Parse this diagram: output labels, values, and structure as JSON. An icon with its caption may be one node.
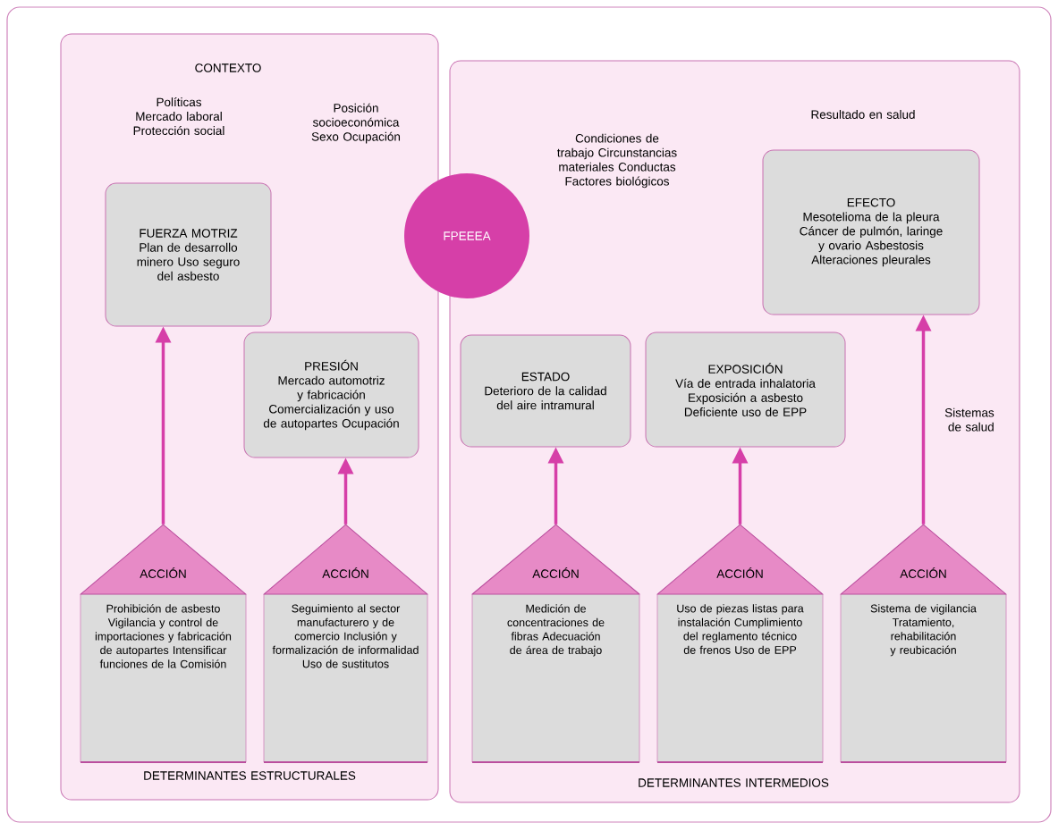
{
  "diagram": {
    "nodes": [
      {
        "text": [],
        "shape": "box"
      },
      {
        "text": [
          "CONTEXTO",
          "Políticas Mercado laboral Protección social",
          "Posición socioeconómica Sexo Ocupación",
          "DETERMINANTES ESTRUCTURALES"
        ],
        "in": 0
      },
      {
        "text": [
          "Condiciones de trabajo Circunstancias materiales Conductas Factores biológicos",
          "Resultado en salud",
          "DETERMINANTES INTERMEDIOS"
        ],
        "in": 0
      },
      {
        "text": [
          "FPEEEA"
        ],
        "in": 0
      },
      {
        "text": [
          "FUERZA MOTRIZ",
          "Plan de desarrollo minero Uso seguro del asbesto"
        ],
        "in": 1
      },
      {
        "text": [
          "PRESIÓN",
          "Mercado automotriz y fabricación Comercialización y uso de autopartes Ocupación"
        ],
        "in": 1
      },
      {
        "text": [
          "ESTADO",
          "Deterioro de la calidad del aire intramural"
        ],
        "in": 2
      },
      {
        "text": [
          "EXPOSICIÓN",
          "Vía de entrada inhalatoria Exposición a asbesto Deficiente uso de EPP"
        ],
        "in": 2
      },
      {
        "text": [
          "EFECTO",
          "Mesotelioma de la pleura Cáncer de pulmón, laringe y ovario Asbestosis Alteraciones pleurales"
        ],
        "in": 2
      },
      {
        "text": [
          "ACCIÓN",
          "Prohibición de asbesto Vigilancia y control de importaciones y fabricación de autopartes Intensificar funciones de la Comisión"
        ],
        "in": 1
      },
      {
        "text": [
          "ACCIÓN",
          "Seguimiento al sector manufacturero y de comercio Inclusión y formalización de informalidad Uso de sustitutos"
        ],
        "in": 1
      },
      {
        "text": [
          "ACCIÓN",
          "Medición de concentraciones de fibras Adecuación de área de trabajo"
        ],
        "in": 2
      },
      {
        "text": [
          "ACCIÓN",
          "Uso de piezas listas para instalación Cumplimiento del reglamento técnico de frenos Uso de EPP"
        ],
        "in": 2
      },
      {
        "text": [
          "ACCIÓN",
          "Sistema de vigilancia Tratamiento, rehabilitación y reubicación"
        ],
        "in": 2
      }
    ],
    "edges": [
      {
        "from": 9,
        "to": 4,
        "arrow": "to"
      },
      {
        "from": 10,
        "to": 5,
        "arrow": "to"
      },
      {
        "from": 11,
        "to": 6,
        "arrow": "to"
      },
      {
        "from": 12,
        "to": 7,
        "arrow": "to"
      },
      {
        "from": 13,
        "to": 8,
        "arrow": "to",
        "label": "Sistemas de salud"
      }
    ]
  }
}
